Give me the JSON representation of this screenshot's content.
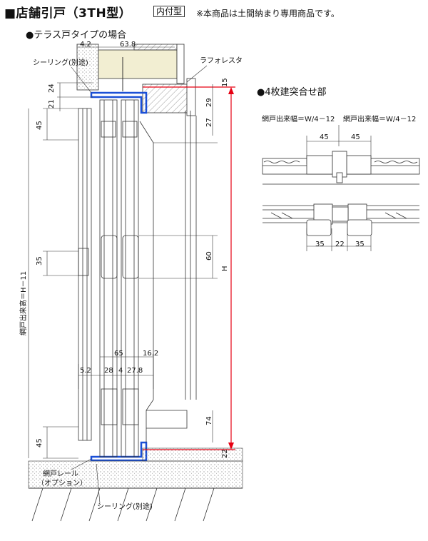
{
  "header": {
    "title": "■店舗引戸（3TH型）",
    "badge": "内付型",
    "note": "※本商品は土間納まり専用商品です。",
    "section_terrace": "●テラス戸タイプの場合",
    "section_four_panel": "●4枚建突合せ部"
  },
  "labels": {
    "sealing_top": "シーリング(別途)",
    "laforesta": "ラフォレスタ",
    "screen_height": "網戸出来高＝H－11",
    "screen_rail_1": "網戸レール",
    "screen_rail_2": "（オプション）",
    "sealing_bottom": "シーリング(別途)",
    "h_label": "H",
    "screen_width_left": "網戸出来幅＝W/4－12",
    "screen_width_right": "網戸出来幅＝W/4－12"
  },
  "dimensions": {
    "d_4_2": "4.2",
    "d_63_8": "63.8",
    "d_24": "24",
    "d_21": "21",
    "d_15": "15",
    "d_29": "29",
    "d_27": "27",
    "d_45_top": "45",
    "d_35_mid": "35",
    "d_60": "60",
    "d_65": "65",
    "d_16_2": "16.2",
    "d_5_2": "5.2",
    "d_28": "28",
    "d_4": "4",
    "d_27_8": "27.8",
    "d_74": "74",
    "d_45_bot": "45",
    "d_22_bot": "22",
    "d_45_r1": "45",
    "d_45_r2": "45",
    "d_35_r1": "35",
    "d_22_r": "22",
    "d_35_r2": "35"
  }
}
